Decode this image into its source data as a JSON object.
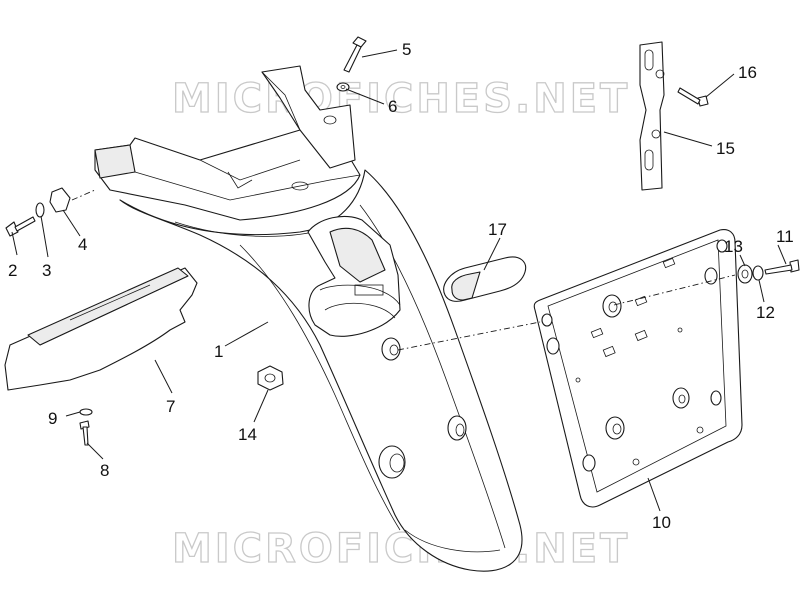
{
  "watermark": {
    "text": "MICROFICHES.NET"
  },
  "callouts": [
    {
      "id": "c1",
      "label": "1"
    },
    {
      "id": "c2",
      "label": "2"
    },
    {
      "id": "c3",
      "label": "3"
    },
    {
      "id": "c4",
      "label": "4"
    },
    {
      "id": "c5",
      "label": "5"
    },
    {
      "id": "c6",
      "label": "6"
    },
    {
      "id": "c7",
      "label": "7"
    },
    {
      "id": "c8",
      "label": "8"
    },
    {
      "id": "c9",
      "label": "9"
    },
    {
      "id": "c10",
      "label": "10"
    },
    {
      "id": "c11",
      "label": "11"
    },
    {
      "id": "c12",
      "label": "12"
    },
    {
      "id": "c13",
      "label": "13"
    },
    {
      "id": "c14",
      "label": "14"
    },
    {
      "id": "c15",
      "label": "15"
    },
    {
      "id": "c16",
      "label": "16"
    },
    {
      "id": "c17",
      "label": "17"
    }
  ]
}
